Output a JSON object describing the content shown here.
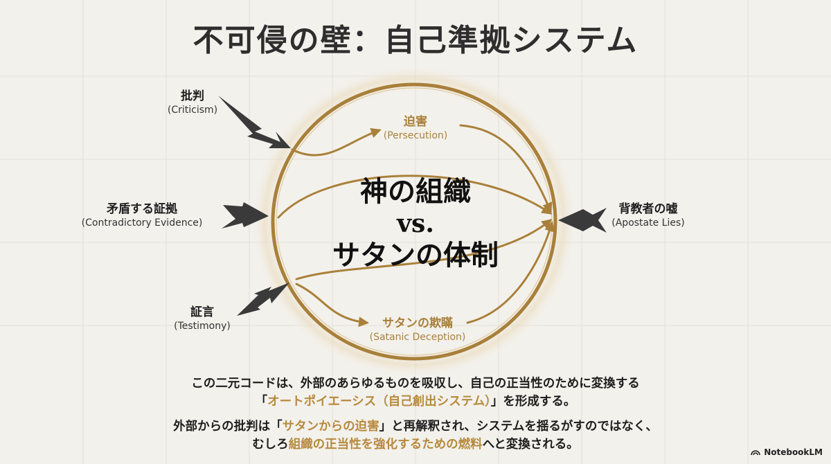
{
  "title": "不可侵の壁：自己準拠システム",
  "center": {
    "line1": "神の組織",
    "line2": "vs.",
    "line3": "サタンの体制"
  },
  "inputs": [
    {
      "jp": "批判",
      "en": "(Criticism)"
    },
    {
      "jp": "矛盾する証拠",
      "en": "(Contradictory Evidence)"
    },
    {
      "jp": "証言",
      "en": "(Testimony)"
    },
    {
      "jp": "背教者の嘘",
      "en": "(Apostate Lies)"
    }
  ],
  "transformed": [
    {
      "jp": "迫害",
      "en": "(Persecution)"
    },
    {
      "jp": "サタンの欺瞞",
      "en": "(Satanic Deception)"
    }
  ],
  "bottom": {
    "p1_line1": "この二元コードは、外部のあらゆるものを吸収し、自己の正当性のために変換する",
    "p1_line2_pre": "「",
    "p1_line2_hl": "オートポイエーシス（自己創出システム）",
    "p1_line2_post": "」を形成する。",
    "p2_line1_pre": "外部からの批判は「",
    "p2_line1_hl": "サタンからの迫害",
    "p2_line1_post": "」と再解釈され、システムを揺るがすのではなく、",
    "p2_line2_pre": "むしろ",
    "p2_line2_hl": "組織の正当性を強化するための燃料",
    "p2_line2_post": "へと変換される。"
  },
  "brand": "NotebookLM",
  "colors": {
    "background": "#f3f1ec",
    "gold": "#a9803a",
    "dark": "#333333",
    "grid": "#e3e0da"
  }
}
